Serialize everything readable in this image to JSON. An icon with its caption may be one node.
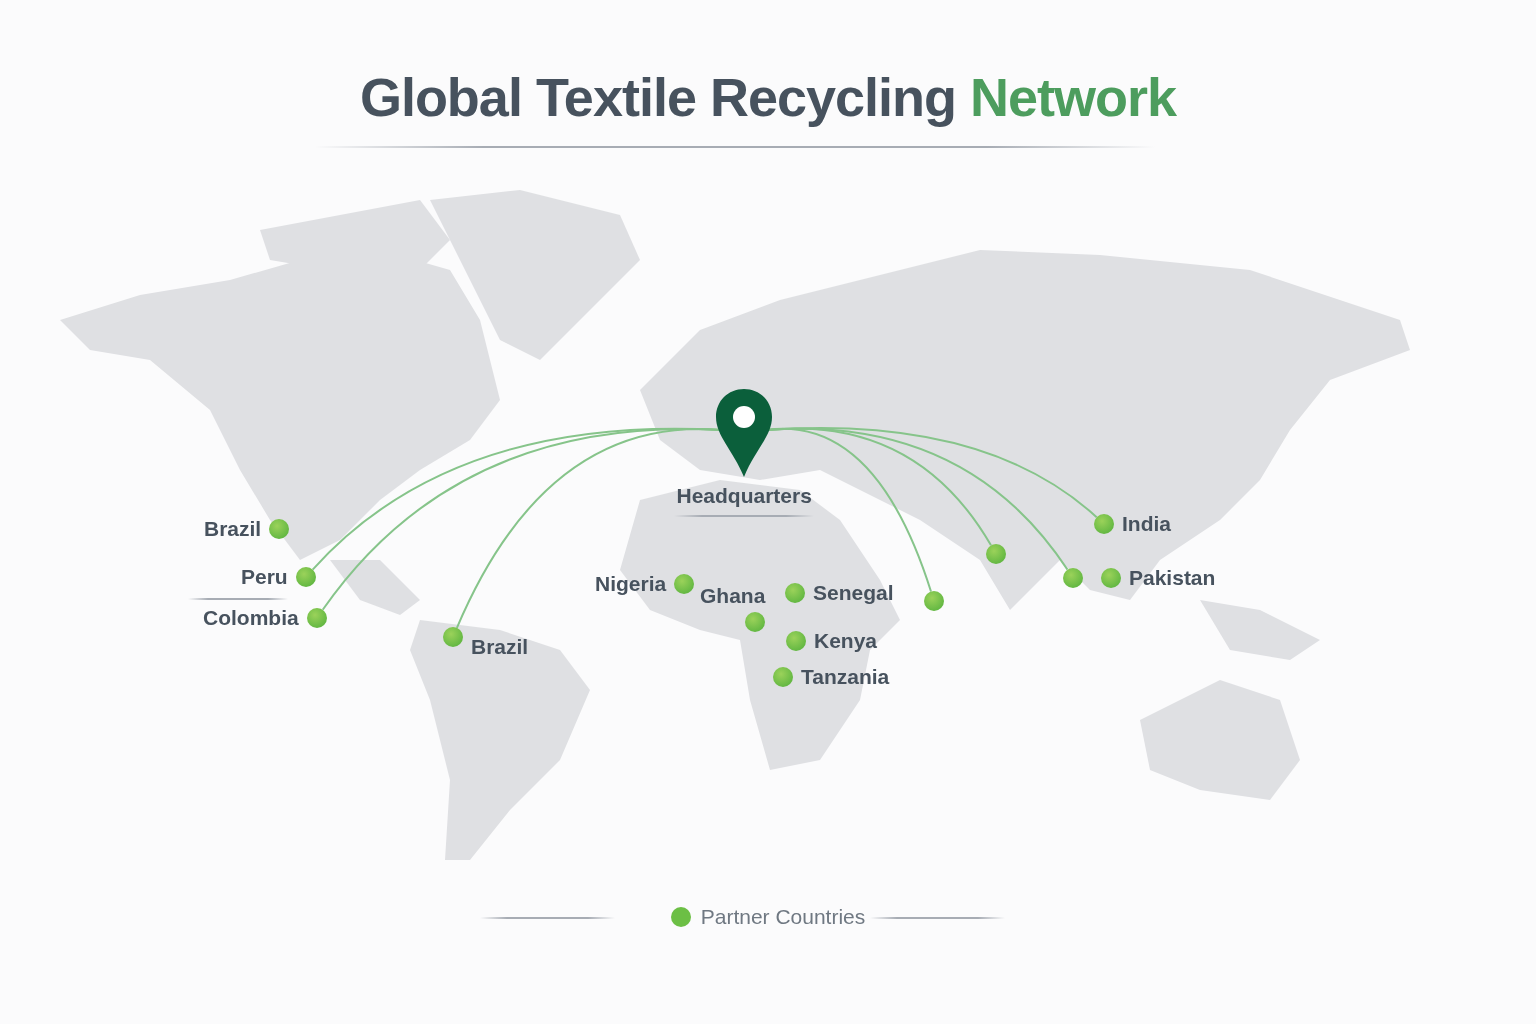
{
  "diagram": {
    "title": "Global Textile Recycling Network",
    "nodes": [
      {
        "text": [
          "Headquarters"
        ]
      },
      {
        "text": [
          "India"
        ]
      },
      {
        "text": [
          "Brazil"
        ]
      },
      {
        "text": [],
        "shape": "circle"
      },
      {
        "text": [
          "Peru"
        ]
      },
      {
        "text": [],
        "shape": "circle"
      },
      {
        "text": [
          "Pakistan"
        ]
      },
      {
        "text": [
          "Nigeria"
        ]
      },
      {
        "text": [
          "Senegal"
        ]
      },
      {
        "text": [],
        "shape": "circle"
      },
      {
        "text": [
          "Colombia"
        ]
      },
      {
        "text": [
          "Ghana"
        ]
      },
      {
        "text": [
          "Brazil"
        ]
      },
      {
        "text": [
          "Kenya"
        ]
      },
      {
        "text": [
          "Tanzania"
        ]
      }
    ],
    "edges": [
      {
        "from": 0,
        "to": 4,
        "arrow": "none"
      },
      {
        "from": 0,
        "to": 10,
        "arrow": "none"
      },
      {
        "from": 0,
        "to": 12,
        "arrow": "none"
      },
      {
        "from": 0,
        "to": 9,
        "arrow": "none"
      },
      {
        "from": 0,
        "to": 3,
        "arrow": "none"
      },
      {
        "from": 0,
        "to": 5,
        "arrow": "none"
      },
      {
        "from": 0,
        "to": 1,
        "arrow": "none"
      }
    ],
    "legend": [
      {
        "text": "Partner Countries",
        "color": "#6cbf45"
      }
    ]
  }
}
